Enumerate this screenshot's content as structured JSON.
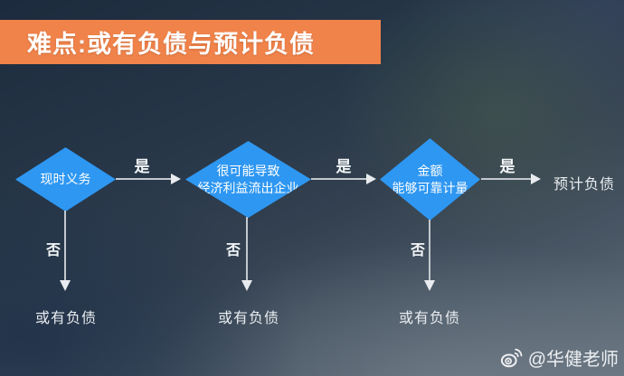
{
  "title": "难点:或有负债与预计负债",
  "colors": {
    "banner_orange": "#F0834A",
    "diamond_blue": "#2E97F2",
    "connector_gray": "#C2C8CE",
    "text_white": "#FFFFFF"
  },
  "flow": {
    "yes_label": "是",
    "no_label": "否",
    "nodes": [
      {
        "lines": [
          "现时义务"
        ]
      },
      {
        "lines": [
          "很可能导致",
          "经济利益流出企业"
        ]
      },
      {
        "lines": [
          "金额",
          "能够可靠计量"
        ]
      }
    ],
    "yes_outcome": "预计负债",
    "no_outcome": "或有负债"
  },
  "watermark": {
    "icon": "weibo-icon",
    "handle": "@华健老师"
  }
}
